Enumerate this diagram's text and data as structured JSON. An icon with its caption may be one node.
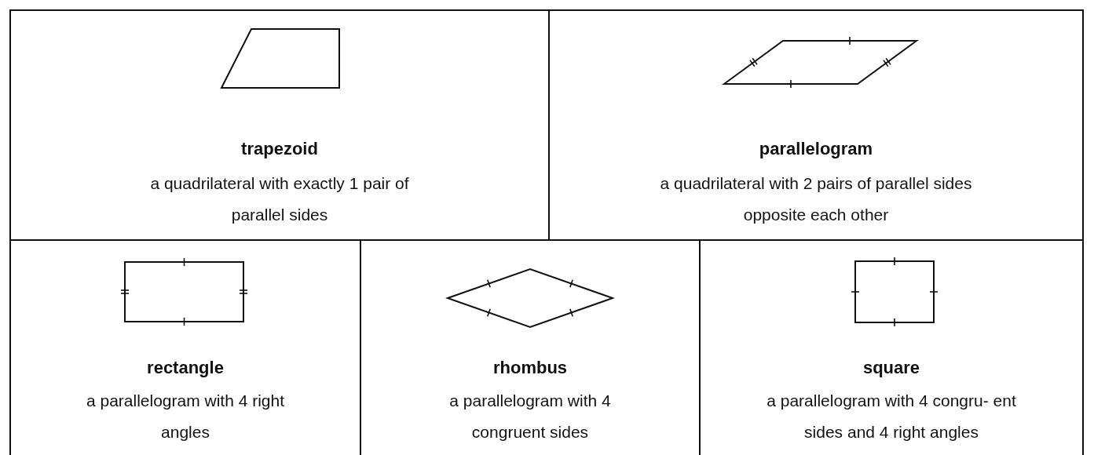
{
  "diagram": {
    "nodes": [
      {
        "text": [
          "trapezoid",
          "a quadrilateral with exactly 1 pair of parallel sides"
        ]
      },
      {
        "text": [
          "parallelogram",
          "a quadrilateral with 2 pairs of parallel sides opposite each other"
        ]
      },
      {
        "text": [
          "rectangle",
          "a parallelogram with 4 right angles"
        ]
      },
      {
        "text": [
          "rhombus",
          "a parallelogram with 4 congruent sides"
        ]
      },
      {
        "text": [
          "square",
          "a parallelogram with 4 congru- ent sides and 4 right angles"
        ]
      }
    ],
    "edges": []
  }
}
